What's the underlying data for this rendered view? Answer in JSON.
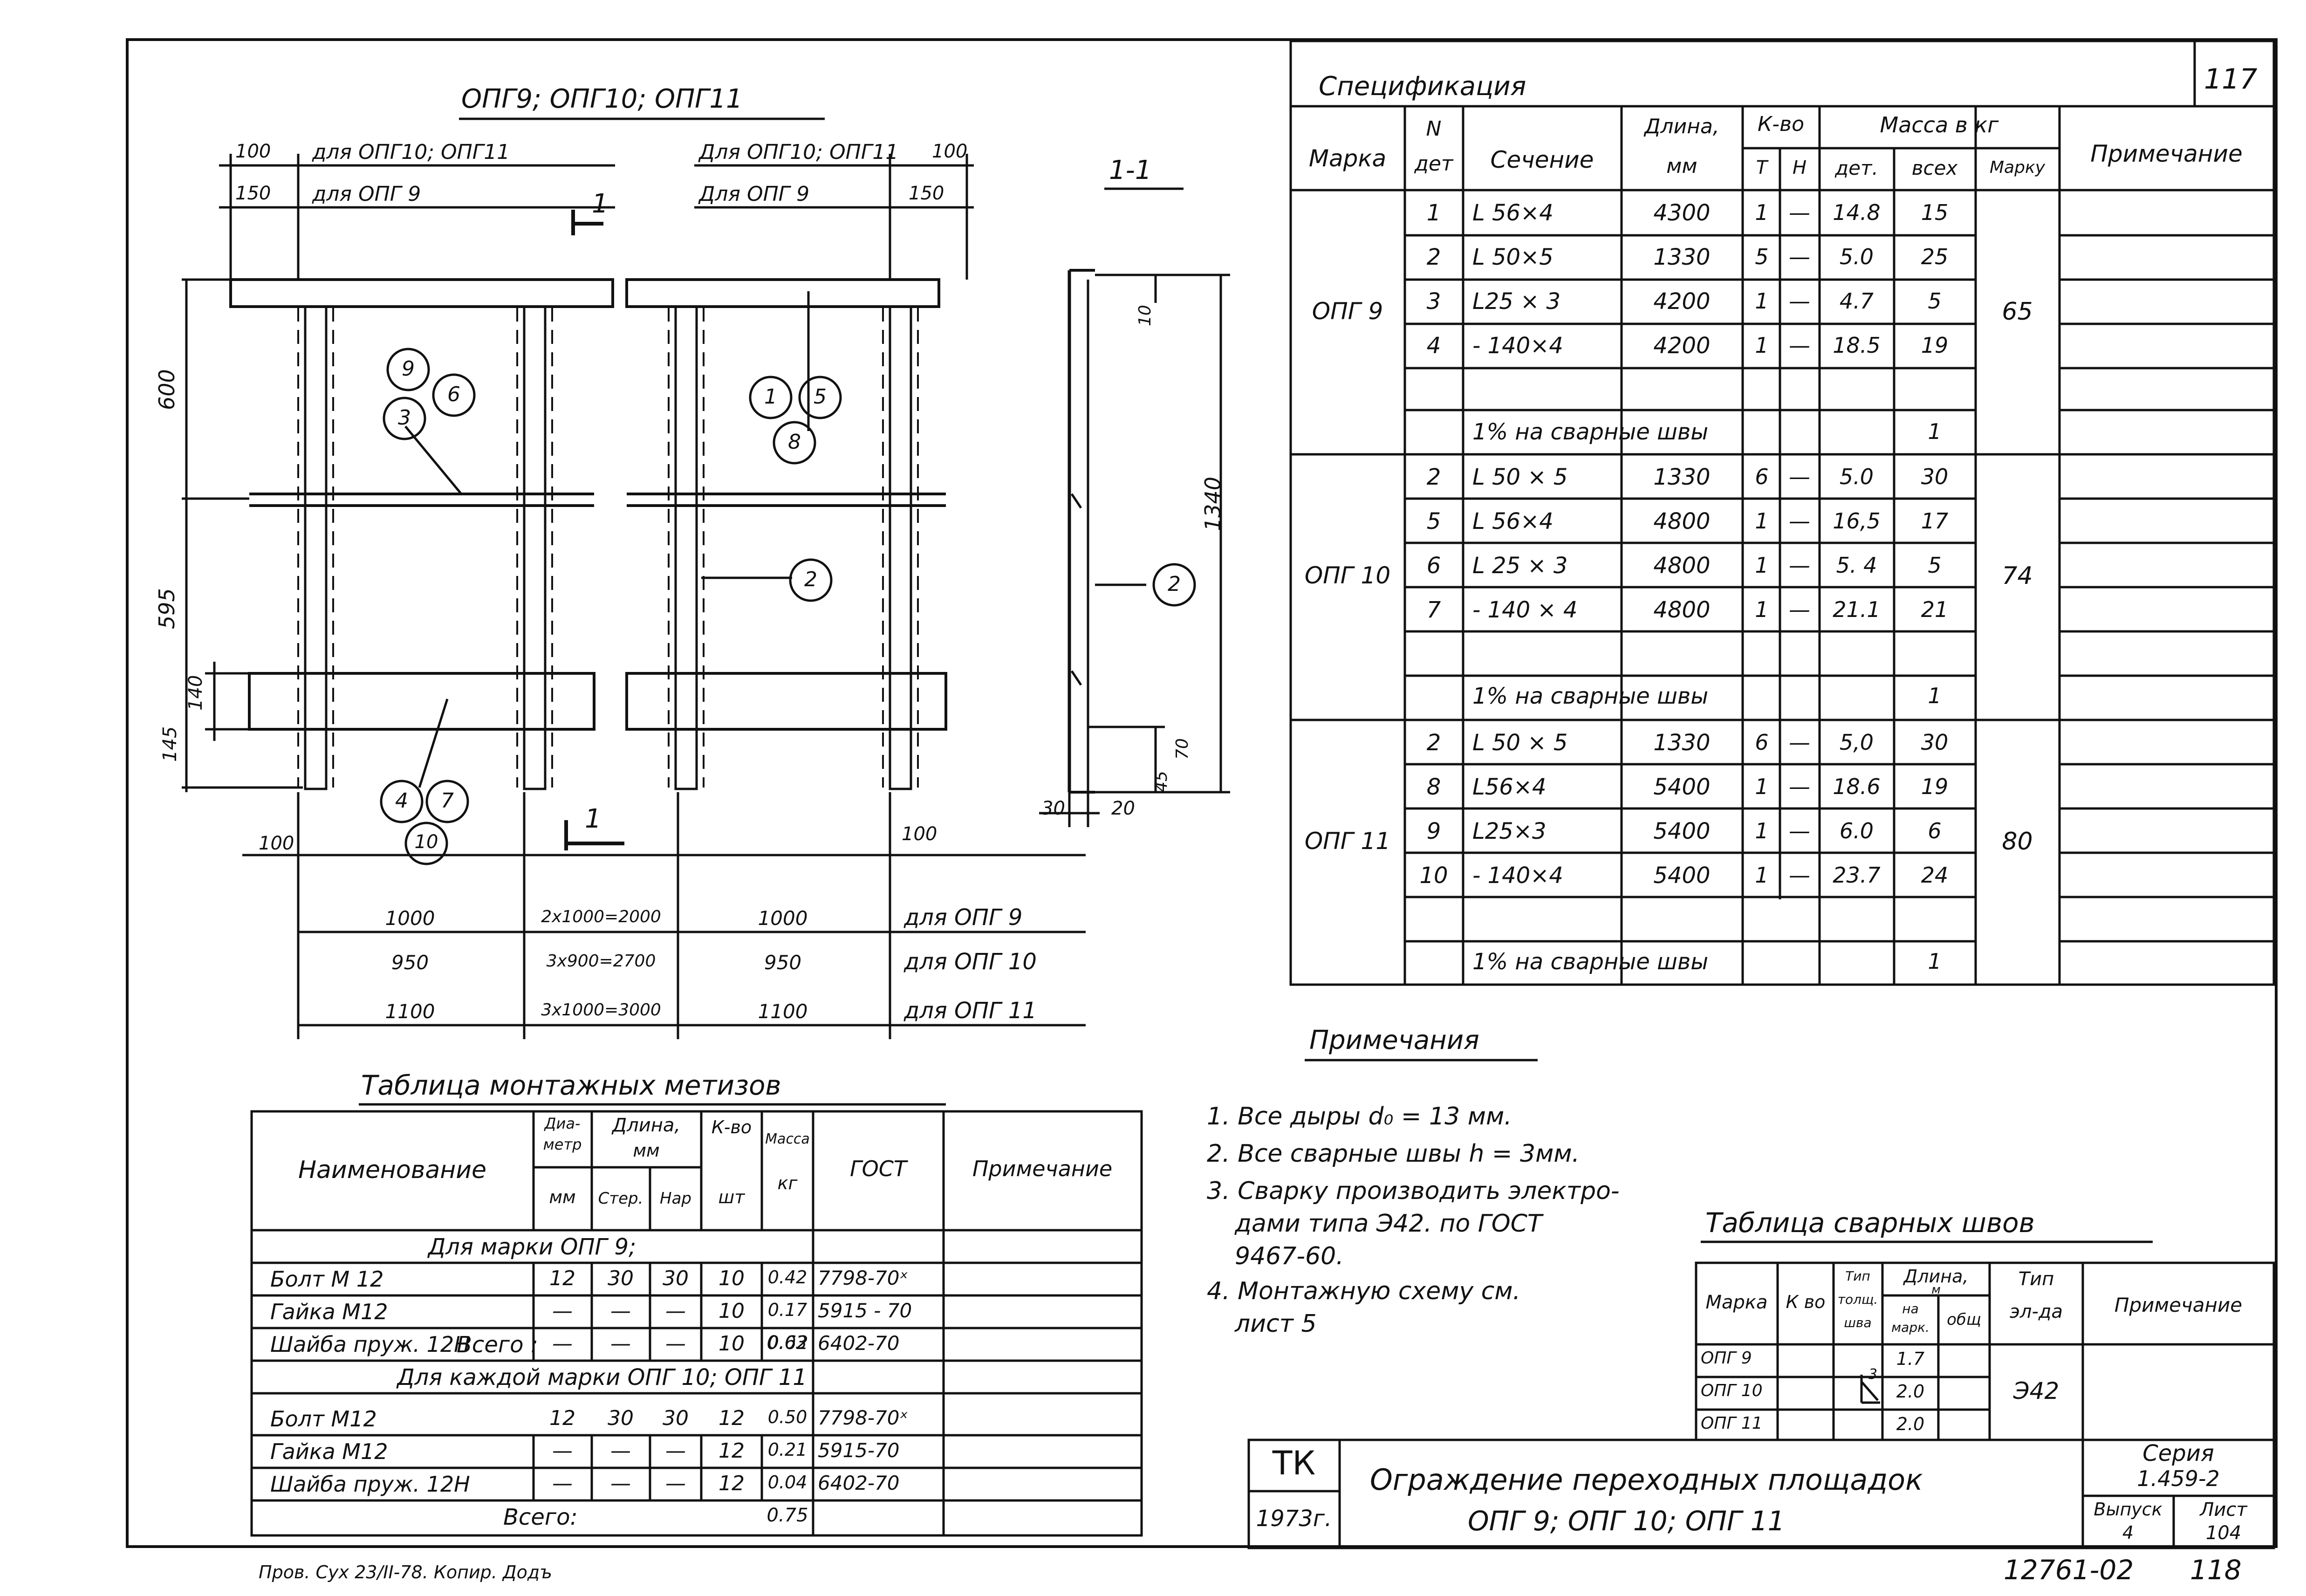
{
  "sheet": {
    "number_top": "117",
    "bottom_id": "12761-02",
    "bottom_page": "118",
    "handwritten_note": "Пров. Сух 23/II-78. Копир. Додъ"
  },
  "drawing": {
    "title": "ОПГ9;  ОПГ10;  ОПГ11",
    "section_label": "1-1",
    "cut_mark": "1",
    "dims": {
      "d100_left": "100",
      "d150_left": "150",
      "for_10_11_left": "для  ОПГ10; ОПГ11",
      "for_9_left": "для  ОПГ 9",
      "for_10_11_right": "Для ОПГ10; ОПГ11",
      "for_9_right": "Для ОПГ 9",
      "d100_right": "100",
      "d150_right": "150",
      "d600": "600",
      "d595": "595",
      "d140": "140",
      "d145": "145",
      "d1340": "1340",
      "d10": "10",
      "d45": "45",
      "d70": "70",
      "d30": "30",
      "d20": "20",
      "d100_bl": "100",
      "d100_br": "100"
    },
    "callouts": [
      "9",
      "6",
      "3",
      "1",
      "5",
      "8",
      "2",
      "2",
      "4",
      "7",
      "10"
    ],
    "bottom_dims": [
      {
        "a": "1000",
        "b": "2х1000=2000",
        "c": "1000",
        "label": "для  ОПГ 9"
      },
      {
        "a": "950",
        "b": "3х900=2700",
        "c": "950",
        "label": "для  ОПГ 10"
      },
      {
        "a": "1100",
        "b": "3х1000=3000",
        "c": "1100",
        "label": "для  ОПГ 11"
      }
    ]
  },
  "spec": {
    "title": "Спецификация",
    "headers": {
      "marka": "Марка",
      "n": "N",
      "det": "дет",
      "sechenie": "Сечение",
      "dlina": "Длина,",
      "mm": "мм",
      "kvo": "К-во",
      "t": "Т",
      "n2": "Н",
      "massa": "Масса в кг",
      "mdet": "дет.",
      "mall": "всех",
      "mmarku": "Марку",
      "prim": "Примечание"
    },
    "groups": [
      {
        "marka": "ОПГ 9",
        "total": "65",
        "rows": [
          {
            "n": "1",
            "sec": "L 56×4",
            "len": "4300",
            "t": "1",
            "h": "—",
            "md": "14.8",
            "ma": "15"
          },
          {
            "n": "2",
            "sec": "L 50×5",
            "len": "1330",
            "t": "5",
            "h": "—",
            "md": "5.0",
            "ma": "25"
          },
          {
            "n": "3",
            "sec": "L25 × 3",
            "len": "4200",
            "t": "1",
            "h": "—",
            "md": "4.7",
            "ma": "5"
          },
          {
            "n": "4",
            "sec": "- 140×4",
            "len": "4200",
            "t": "1",
            "h": "—",
            "md": "18.5",
            "ma": "19"
          }
        ],
        "weld": "1%  на  сварные  швы",
        "weld_val": "1"
      },
      {
        "marka": "ОПГ 10",
        "total": "74",
        "rows": [
          {
            "n": "2",
            "sec": "L 50 × 5",
            "len": "1330",
            "t": "6",
            "h": "—",
            "md": "5.0",
            "ma": "30"
          },
          {
            "n": "5",
            "sec": "L 56×4",
            "len": "4800",
            "t": "1",
            "h": "—",
            "md": "16,5",
            "ma": "17"
          },
          {
            "n": "6",
            "sec": "L 25 × 3",
            "len": "4800",
            "t": "1",
            "h": "—",
            "md": "5. 4",
            "ma": "5"
          },
          {
            "n": "7",
            "sec": "- 140 × 4",
            "len": "4800",
            "t": "1",
            "h": "—",
            "md": "21.1",
            "ma": "21"
          }
        ],
        "weld": "1%  на сварные  швы",
        "weld_val": "1"
      },
      {
        "marka": "ОПГ 11",
        "total": "80",
        "rows": [
          {
            "n": "2",
            "sec": "L 50 × 5",
            "len": "1330",
            "t": "6",
            "h": "—",
            "md": "5,0",
            "ma": "30"
          },
          {
            "n": "8",
            "sec": "L56×4",
            "len": "5400",
            "t": "1",
            "h": "—",
            "md": "18.6",
            "ma": "19"
          },
          {
            "n": "9",
            "sec": "L25×3",
            "len": "5400",
            "t": "1",
            "h": "—",
            "md": "6.0",
            "ma": "6"
          },
          {
            "n": "10",
            "sec": "- 140×4",
            "len": "5400",
            "t": "1",
            "h": "—",
            "md": "23.7",
            "ma": "24"
          }
        ],
        "weld": "1%  на  сварные   швы",
        "weld_val": "1"
      }
    ]
  },
  "notes": {
    "title": "Примечания",
    "items": [
      "1. Все дыры d₀ = 13 мм.",
      "2. Все сварные швы h = 3мм.",
      "3. Сварку производить электро-",
      "дами типа Э42. по ГОСТ",
      "9467-60.",
      "4. Монтажную   схему см.",
      "лист 5"
    ]
  },
  "hardware": {
    "title": "Таблица  монтажных   метизов",
    "headers": {
      "name": "Наименование",
      "dia1": "Диа-",
      "dia2": "метр",
      "dia3": "мм",
      "len1": "Длина,",
      "len2": "мм",
      "ster": "Стер.",
      "nar": "Нар",
      "kvo": "К-во",
      "sht": "шт",
      "mass1": "Масса",
      "mass2": "кг",
      "gost": "ГОСТ",
      "prim": "Примечание"
    },
    "sec1": "Для   марки   ОПГ 9;",
    "rows1": [
      {
        "name": "Болт  М 12",
        "d": "12",
        "s": "30",
        "n": "30",
        "k": "10",
        "m": "0.42",
        "g": "7798-70ˣ"
      },
      {
        "name": "Гайка  М12",
        "d": "—",
        "s": "—",
        "n": "—",
        "k": "10",
        "m": "0.17",
        "g": "5915 - 70"
      },
      {
        "name": "Шайба  пруж. 12Н",
        "d": "—",
        "s": "—",
        "n": "—",
        "k": "10",
        "m": "0.03",
        "g": "6402-70"
      }
    ],
    "total1_label": "Всего :",
    "total1": "0.62",
    "sec2": "Для  каждой   марки   ОПГ 10;  ОПГ 11",
    "rows2": [
      {
        "name": "Болт  М12",
        "d": "12",
        "s": "30",
        "n": "30",
        "k": "12",
        "m": "0.50",
        "g": "7798-70ˣ"
      },
      {
        "name": "Гайка  М12",
        "d": "—",
        "s": "—",
        "n": "—",
        "k": "12",
        "m": "0.21",
        "g": "5915-70"
      },
      {
        "name": "Шайба  пруж. 12Н",
        "d": "—",
        "s": "—",
        "n": "—",
        "k": "12",
        "m": "0.04",
        "g": "6402-70"
      }
    ],
    "total2_label": "Всего:",
    "total2": "0.75"
  },
  "welds": {
    "title": "Таблица  сварных    швов",
    "headers": {
      "marka": "Марка",
      "kvo": "К во",
      "tip1": "Тип",
      "tip2": "толщ.",
      "tip3": "шва",
      "dl1": "Длина,",
      "dl2": "м",
      "na1": "на",
      "na2": "марк.",
      "obsh": "общ",
      "el1": "Тип",
      "el2": "эл-да",
      "prim": "Примечание"
    },
    "rows": [
      {
        "m": "ОПГ 9",
        "l": "1.7"
      },
      {
        "m": "ОПГ 10",
        "l": "2.0"
      },
      {
        "m": "ОПГ 11",
        "l": "2.0"
      }
    ],
    "weld_symbol": "3",
    "electrode": "Э42"
  },
  "stamp": {
    "org": "ТК",
    "year": "1973г.",
    "title1": "Ограждение   переходных    площадок",
    "title2": "ОПГ 9;  ОПГ 10;  ОПГ 11",
    "series_label": "Серия",
    "series": "1.459-2",
    "vyp_label": "Выпуск",
    "vyp": "4",
    "list_label": "Лист",
    "list": "104"
  }
}
